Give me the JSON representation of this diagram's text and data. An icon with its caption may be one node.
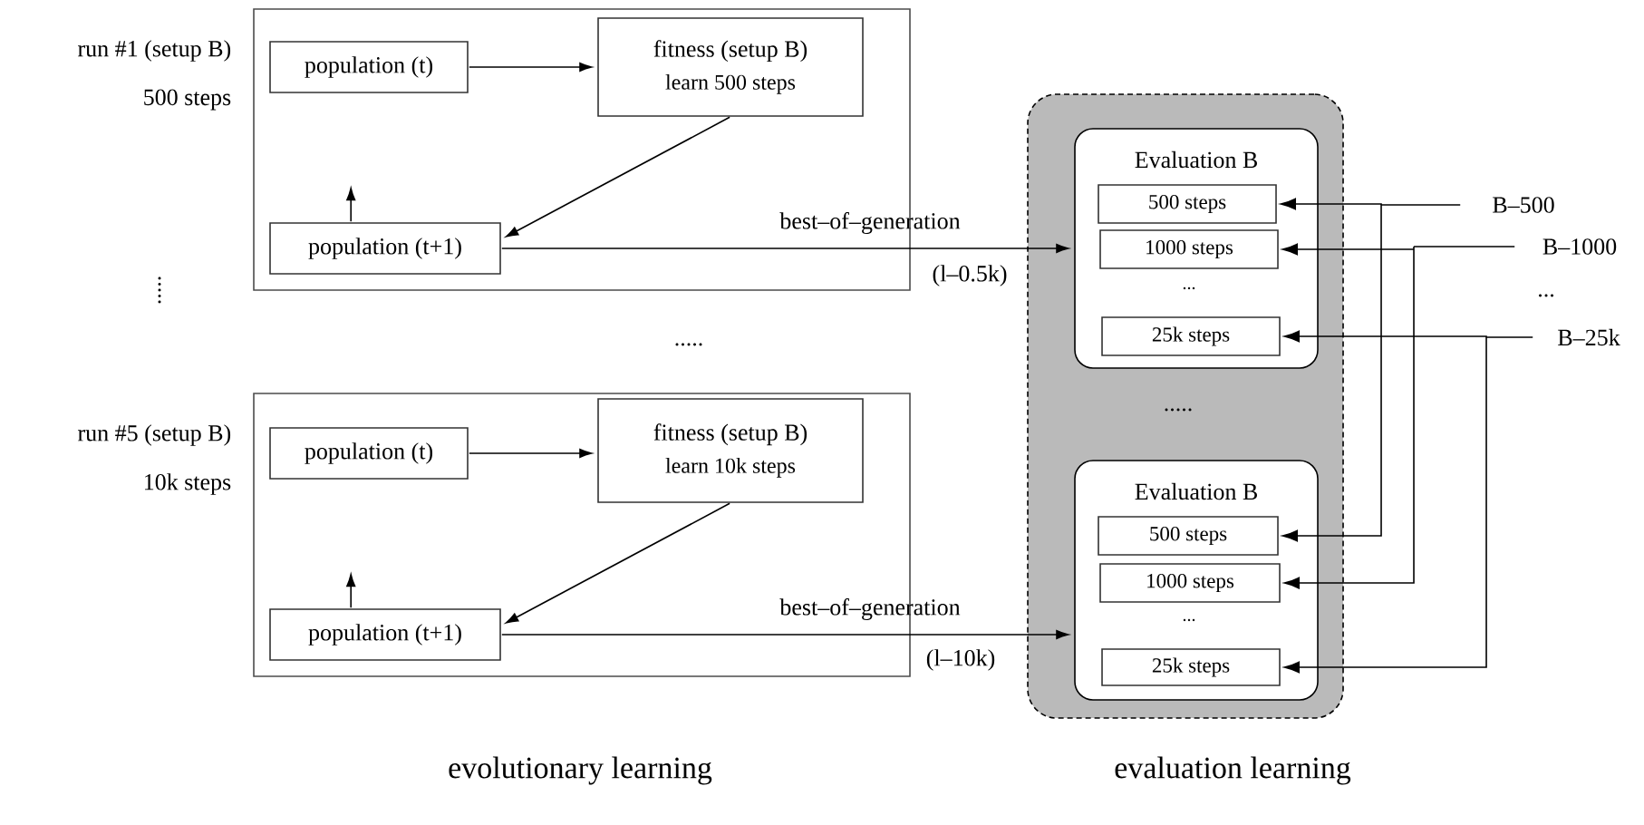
{
  "diagram": {
    "nodes": [
      {
        "text": [],
        "shape": "box",
        "beside": [
          "run #1 (setup B)",
          "500 steps"
        ]
      },
      {
        "text": [
          "population (t)"
        ],
        "in": 0
      },
      {
        "text": [
          "fitness (setup B)",
          "learn 500 steps"
        ],
        "in": 0
      },
      {
        "text": [
          "population (t+1)"
        ],
        "in": 0
      },
      {
        "text": [],
        "shape": "box",
        "beside": [
          "run #5 (setup B)",
          "10k steps"
        ]
      },
      {
        "text": [
          "population (t)"
        ],
        "in": 4
      },
      {
        "text": [
          "fitness (setup B)",
          "learn 10k steps"
        ],
        "in": 4
      },
      {
        "text": [
          "population (t+1)"
        ],
        "in": 4
      },
      {
        "text": [
          "....."
        ]
      },
      {
        "text": [
          "Evaluation B",
          "..."
        ],
        "in": 8
      },
      {
        "text": [
          "500 steps"
        ],
        "in": 9
      },
      {
        "text": [
          "1000 steps"
        ],
        "in": 9
      },
      {
        "text": [
          "25k steps"
        ],
        "in": 9
      },
      {
        "text": [
          "Evaluation B",
          "..."
        ],
        "in": 8
      },
      {
        "text": [
          "500 steps"
        ],
        "in": 13
      },
      {
        "text": [
          "1000 steps"
        ],
        "in": 13
      },
      {
        "text": [
          "25k steps"
        ],
        "in": 13
      },
      {
        "text": [
          "B–500"
        ]
      },
      {
        "text": [
          "B–1000"
        ]
      },
      {
        "text": [
          "B–25k"
        ]
      }
    ],
    "edges": [
      {
        "from": 1,
        "to": 2,
        "arrow": "to"
      },
      {
        "from": 2,
        "to": 3,
        "arrow": "to"
      },
      {
        "from": 3,
        "to": null,
        "arrow": "to"
      },
      {
        "from": 3,
        "to": 9,
        "arrow": "to",
        "label": "best–of–generation"
      },
      {
        "from": 5,
        "to": 6,
        "arrow": "to"
      },
      {
        "from": 6,
        "to": 7,
        "arrow": "to"
      },
      {
        "from": 7,
        "to": null,
        "arrow": "to"
      },
      {
        "from": 7,
        "to": 13,
        "arrow": "to",
        "label": "best–of–generation"
      },
      {
        "from": 17,
        "to": 10,
        "arrow": "to"
      },
      {
        "from": 17,
        "to": 14,
        "arrow": "to"
      },
      {
        "from": 18,
        "to": 11,
        "arrow": "to"
      },
      {
        "from": 18,
        "to": 15,
        "arrow": "to"
      },
      {
        "from": 19,
        "to": 12,
        "arrow": "to"
      },
      {
        "from": 19,
        "to": 16,
        "arrow": "to"
      }
    ],
    "labels": [
      ".....",
      "(l–0.5k)",
      ".....",
      "(l–10k)",
      "...",
      "evolutionary learning",
      "evaluation learning"
    ]
  }
}
